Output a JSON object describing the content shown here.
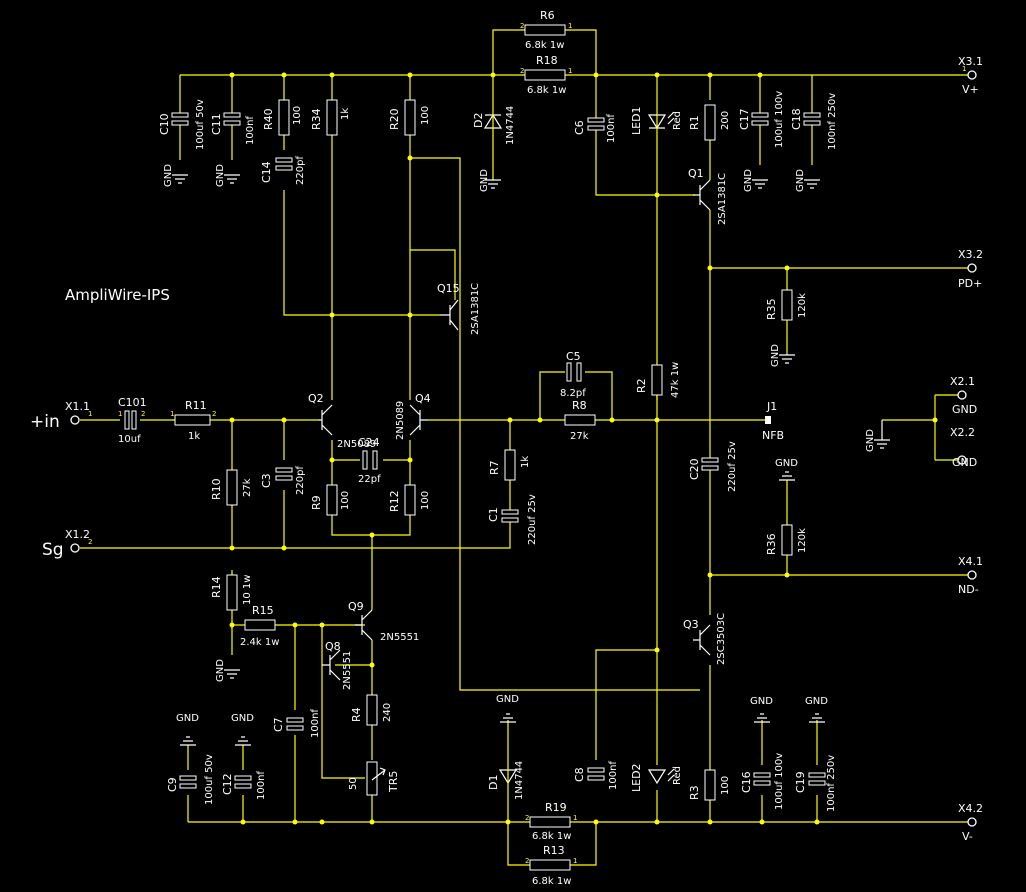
{
  "title": "AmpliWire-IPS",
  "ports": {
    "in": "+in",
    "in_ref": "X1.1",
    "sg": "Sg",
    "sg_ref": "X1.2",
    "vplus_ref": "X3.1",
    "vplus": "V+",
    "pdplus_ref": "X3.2",
    "pdplus": "PD+",
    "gnd1_ref": "X2.1",
    "gnd1": "GND",
    "gnd2_ref": "X2.2",
    "gnd2": "GND",
    "nd_ref": "X4.1",
    "nd": "ND-",
    "vminus_ref": "X4.2",
    "vminus": "V-",
    "nfb_ref": "J1",
    "nfb": "NFB"
  },
  "gnd_label": "GND",
  "components": {
    "R6": {
      "ref": "R6",
      "value": "6.8k 1w"
    },
    "R18": {
      "ref": "R18",
      "value": "6.8k 1w"
    },
    "R19": {
      "ref": "R19",
      "value": "6.8k 1w"
    },
    "R13": {
      "ref": "R13",
      "value": "6.8k 1w"
    },
    "C10": {
      "ref": "C10",
      "value": "100uf 50v"
    },
    "C11": {
      "ref": "C11",
      "value": "100nf"
    },
    "R40": {
      "ref": "R40",
      "value": "100"
    },
    "R34": {
      "ref": "R34",
      "value": "1k"
    },
    "R20": {
      "ref": "R20",
      "value": "100"
    },
    "D2": {
      "ref": "D2",
      "value": "1N4744"
    },
    "C6": {
      "ref": "C6",
      "value": "100nf"
    },
    "LED1": {
      "ref": "LED1",
      "value": "Red"
    },
    "R1": {
      "ref": "R1",
      "value": "200"
    },
    "C17": {
      "ref": "C17",
      "value": "100uf 100v"
    },
    "C18": {
      "ref": "C18",
      "value": "100nf 250v"
    },
    "C14": {
      "ref": "C14",
      "value": "220pf"
    },
    "Q1": {
      "ref": "Q1",
      "value": "2SA1381C"
    },
    "Q15": {
      "ref": "Q15",
      "value": "2SA1381C"
    },
    "R35": {
      "ref": "R35",
      "value": "120k"
    },
    "C5": {
      "ref": "C5",
      "value": "8.2pf"
    },
    "R8": {
      "ref": "R8",
      "value": "27k"
    },
    "R2": {
      "ref": "R2",
      "value": "47k 1w"
    },
    "C101": {
      "ref": "C101",
      "value": "10uf"
    },
    "R11": {
      "ref": "R11",
      "value": "1k"
    },
    "Q2": {
      "ref": "Q2",
      "value": "2N5089"
    },
    "Q4": {
      "ref": "Q4",
      "value": "2N5089"
    },
    "C24": {
      "ref": "C24",
      "value": "22pf"
    },
    "R7": {
      "ref": "R7",
      "value": "1k"
    },
    "C20": {
      "ref": "C20",
      "value": "220uf 25v"
    },
    "R10": {
      "ref": "R10",
      "value": "27k"
    },
    "C3": {
      "ref": "C3",
      "value": "220pf"
    },
    "R9": {
      "ref": "R9",
      "value": "100"
    },
    "R12": {
      "ref": "R12",
      "value": "100"
    },
    "C1": {
      "ref": "C1",
      "value": "220uf 25v"
    },
    "R36": {
      "ref": "R36",
      "value": "120k"
    },
    "R14": {
      "ref": "R14",
      "value": "10 1w"
    },
    "R15": {
      "ref": "R15",
      "value": "2.4k 1w"
    },
    "Q9": {
      "ref": "Q9",
      "value": "2N5551"
    },
    "Q8": {
      "ref": "Q8",
      "value": "2N5551"
    },
    "Q3": {
      "ref": "Q3",
      "value": "2SC3503C"
    },
    "R4": {
      "ref": "R4",
      "value": "240"
    },
    "C7": {
      "ref": "C7",
      "value": "100nf"
    },
    "TR5": {
      "ref": "TR5",
      "value": "50"
    },
    "C9": {
      "ref": "C9",
      "value": "100uf 50v"
    },
    "C12": {
      "ref": "C12",
      "value": "100nf"
    },
    "D1": {
      "ref": "D1",
      "value": "1N4744"
    },
    "C8": {
      "ref": "C8",
      "value": "100nf"
    },
    "LED2": {
      "ref": "LED2",
      "value": "Red"
    },
    "R3": {
      "ref": "R3",
      "value": "100"
    },
    "C16": {
      "ref": "C16",
      "value": "100uf 100v"
    },
    "C19": {
      "ref": "C19",
      "value": "100nf 250v"
    }
  }
}
